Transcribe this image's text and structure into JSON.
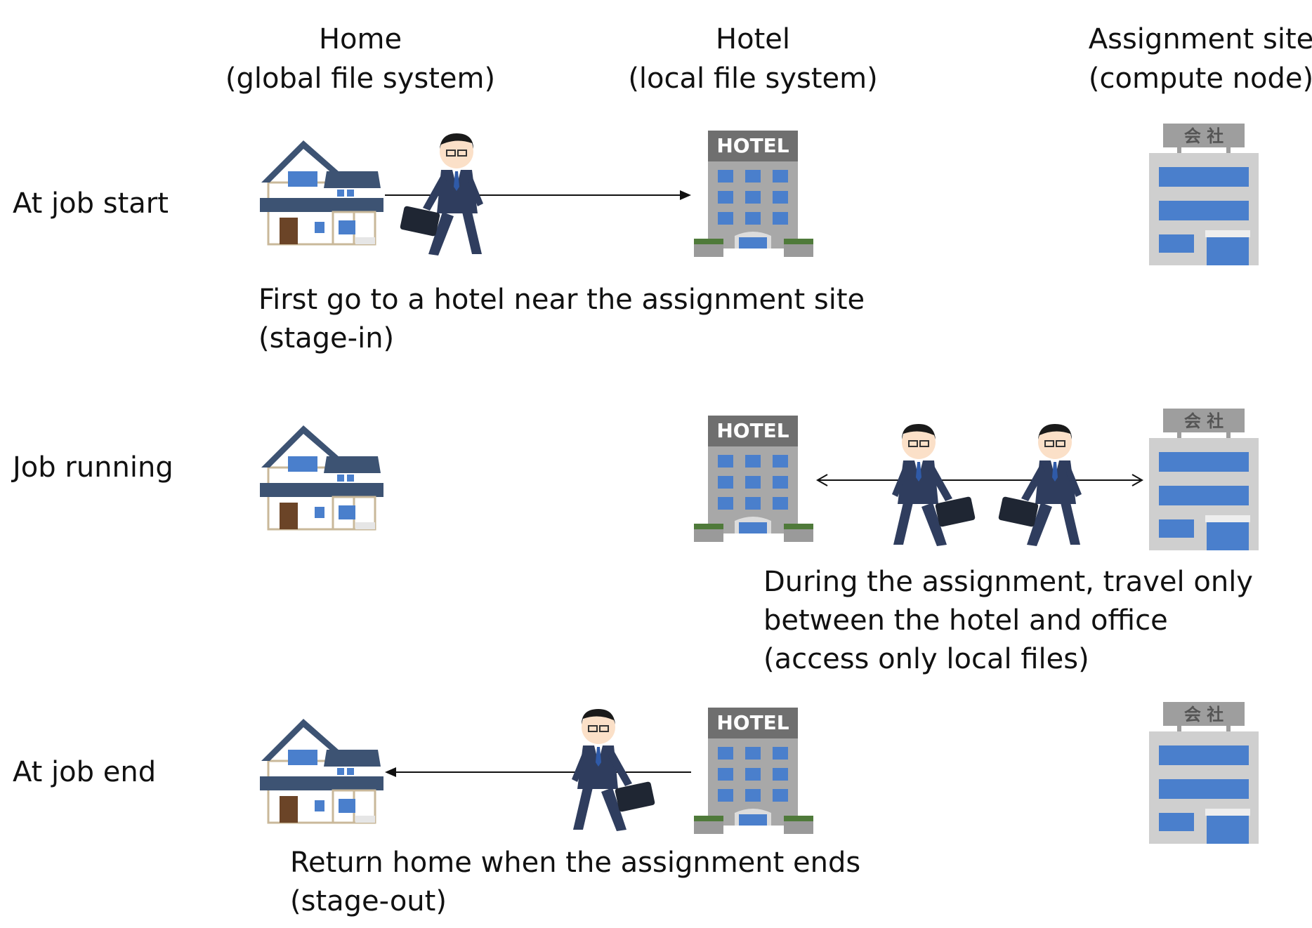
{
  "columns": [
    {
      "title": "Home",
      "subtitle": "(global file system)"
    },
    {
      "title": "Hotel",
      "subtitle": "(local file system)"
    },
    {
      "title": "Assignment site",
      "subtitle": "(compute node)"
    }
  ],
  "rows": [
    {
      "label": "At job start",
      "caption": [
        "First go to a hotel near the assignment site",
        "(stage-in)"
      ]
    },
    {
      "label": "Job running",
      "caption": [
        "During the assignment, travel only",
        "between the hotel and office",
        "(access only local files)"
      ]
    },
    {
      "label": "At job end",
      "caption": [
        "Return home when the assignment ends",
        "(stage-out)"
      ]
    }
  ],
  "hotel_sign": "HOTEL",
  "office_sign": "会 社",
  "icons": {
    "home": "house-icon",
    "hotel": "hotel-building-icon",
    "office": "office-building-icon",
    "traveler": "businessman-with-briefcase-icon",
    "one_way_arrow": "arrow-icon",
    "two_way_arrow": "double-arrow-icon"
  },
  "colors": {
    "roof": "#3d5373",
    "window": "#4a7fcc",
    "building_gray": "#a8a8a8",
    "suit": "#2f3d5e",
    "sign": "#6f6f6f"
  }
}
